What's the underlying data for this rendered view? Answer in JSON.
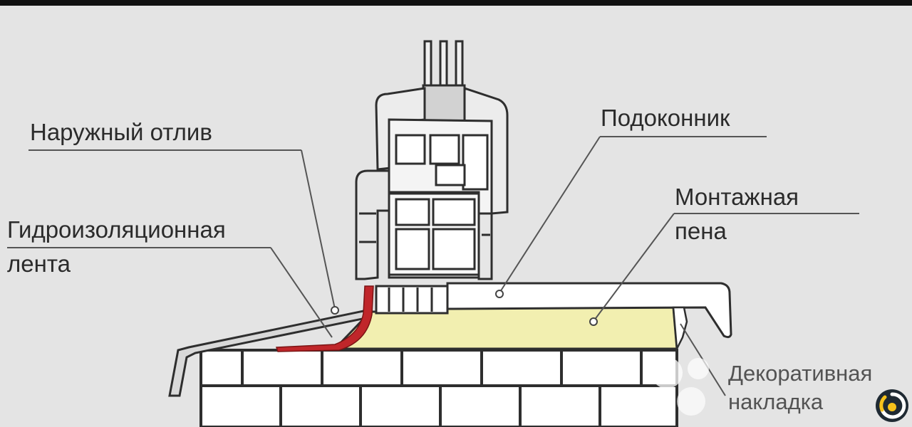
{
  "labels": {
    "outer_sill": "Наружный отлив",
    "sill": "Подоконник",
    "mounting_foam_line1": "Монтажная",
    "mounting_foam_line2": "пена",
    "waterproof_tape_line1": "Гидроизоляционная",
    "waterproof_tape_line2": "лента",
    "decor_trim_line1": "Декоративная",
    "decor_trim_line2": "накладка"
  },
  "colors": {
    "background": "#e4e4e4",
    "foam": "#f2efb0",
    "tape": "#c0262a",
    "outline": "#2e2e2e"
  },
  "icons": {
    "watermark": "avito-watermark",
    "badge": "brand-badge-icon"
  }
}
